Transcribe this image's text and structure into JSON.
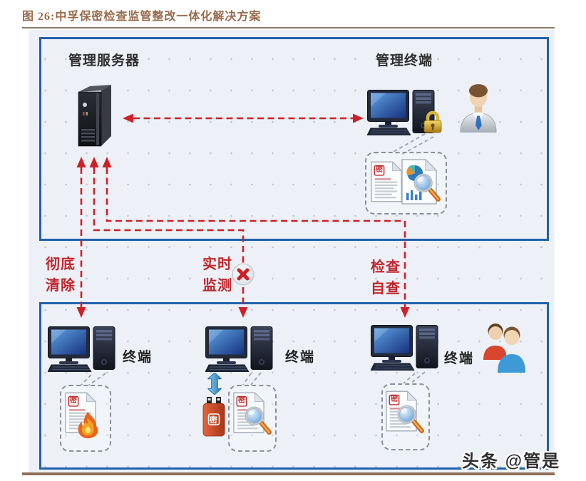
{
  "figure": {
    "title": "图 26:中孚保密检查监管整改一体化解决方案",
    "watermark": "头条 @管是"
  },
  "top_box": {
    "server_label": "管理服务器",
    "terminal_label": "管理终端"
  },
  "flows": {
    "clean": "彻底\n清除",
    "monitor": "实时\n监测",
    "inspect": "检查\n自查"
  },
  "bottom_box": {
    "terminals": [
      {
        "label": "终端"
      },
      {
        "label": "终端"
      },
      {
        "label": "终端"
      }
    ]
  },
  "glyphs": {
    "secret": "密"
  },
  "colors": {
    "accent_red": "#cd2127",
    "box_border_blue": "#2161ac",
    "title_brown": "#9a6b4d",
    "canvas_bg": "#edf1f7"
  }
}
